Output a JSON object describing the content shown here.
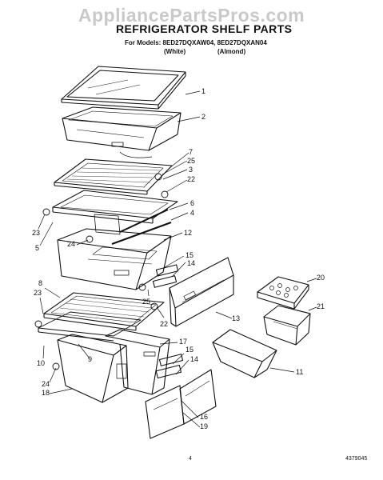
{
  "watermark": "AppliancePartsPros.com",
  "title": "REFRIGERATOR SHELF PARTS",
  "models_line": "For Models: 8ED27DQXAW04, 8ED27DQXAN04",
  "variant_left": "(White)",
  "variant_right": "(Almond)",
  "callouts": [
    "1",
    "2",
    "7",
    "25",
    "3",
    "22",
    "6",
    "4",
    "12",
    "15",
    "14",
    "23",
    "5",
    "24",
    "20",
    "21",
    "8",
    "23",
    "25",
    "22",
    "13",
    "11",
    "10",
    "9",
    "17",
    "15",
    "14",
    "24",
    "18",
    "16",
    "19"
  ],
  "page_number": "4",
  "doc_number": "4379045"
}
